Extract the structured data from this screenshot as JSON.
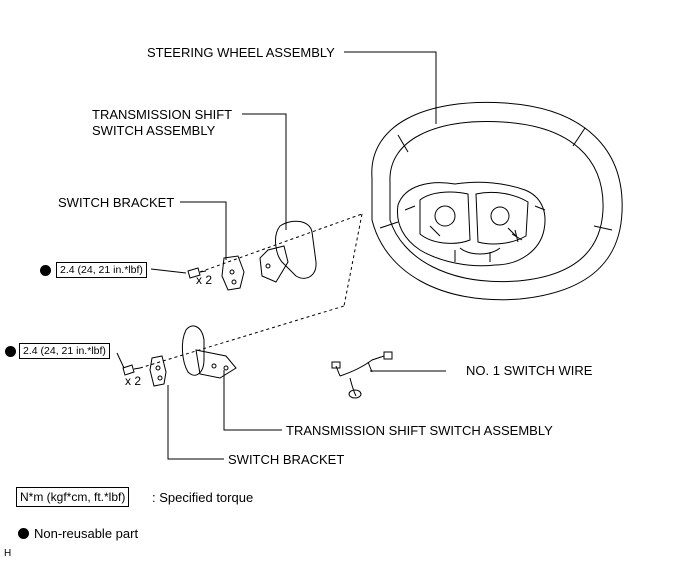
{
  "labels": {
    "steering_wheel": "STEERING WHEEL ASSEMBLY",
    "trans_shift_upper_line1": "TRANSMISSION SHIFT",
    "trans_shift_upper_line2": "SWITCH ASSEMBLY",
    "switch_bracket_upper": "SWITCH BRACKET",
    "no1_switch_wire": "NO. 1 SWITCH WIRE",
    "trans_shift_lower": "TRANSMISSION SHIFT SWITCH ASSEMBLY",
    "switch_bracket_lower": "SWITCH BRACKET"
  },
  "torque": {
    "upper": "2.4 (24, 21 in.*lbf)",
    "lower": "2.4 (24, 21 in.*lbf)"
  },
  "multipliers": {
    "upper": "x 2",
    "lower": "x 2"
  },
  "legend": {
    "torque_box": "N*m (kgf*cm, ft.*lbf)",
    "torque_text": ": Specified torque",
    "non_reusable_text": "Non-reusable part"
  },
  "corner_mark": "H"
}
